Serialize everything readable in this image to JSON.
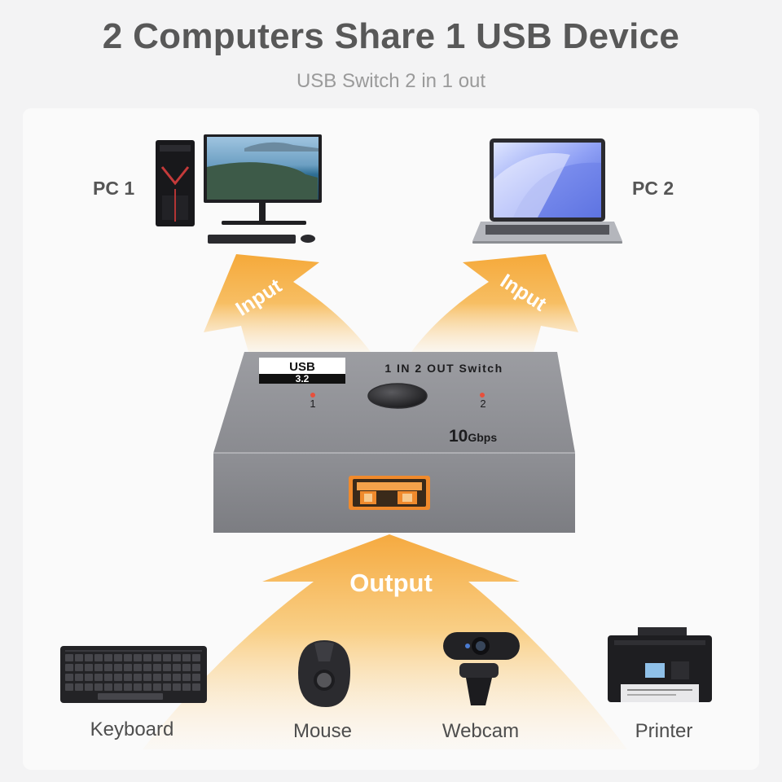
{
  "header": {
    "title": "2 Computers Share 1 USB Device",
    "subtitle": "USB Switch 2 in 1 out"
  },
  "computers": {
    "pc1_label": "PC 1",
    "pc2_label": "PC 2"
  },
  "arrows": {
    "left_input": "Input",
    "right_input": "Input",
    "output": "Output"
  },
  "switch": {
    "badge_top": "USB",
    "badge_bottom": "3.2",
    "model_text": "1 IN 2 OUT Switch",
    "led1": "1",
    "led2": "2",
    "speed_number": "10",
    "speed_unit": "Gbps"
  },
  "devices": {
    "keyboard": "Keyboard",
    "mouse": "Mouse",
    "webcam": "Webcam",
    "printer": "Printer"
  },
  "colors": {
    "arrow_orange": "#f5a93a",
    "switch_gray": "#8c8d92",
    "port_orange": "#f08a2c"
  }
}
